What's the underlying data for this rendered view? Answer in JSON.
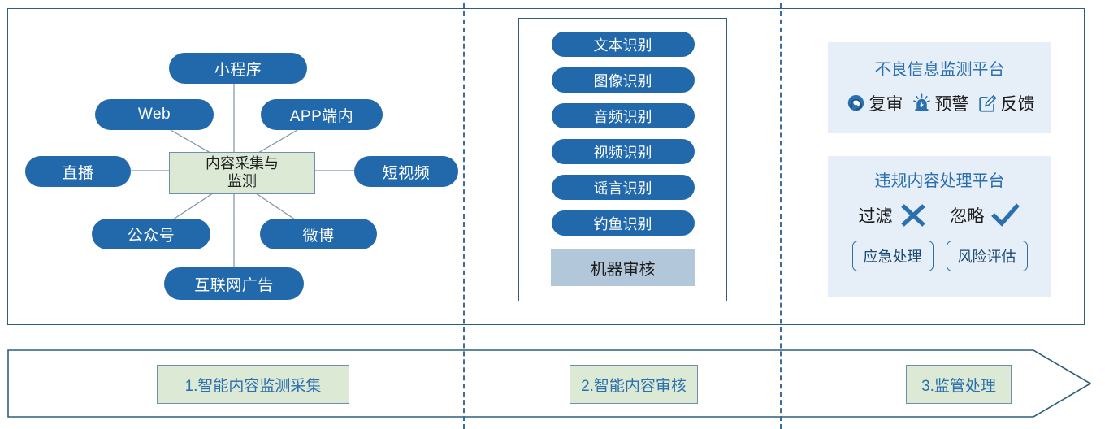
{
  "diagram": {
    "center": {
      "line1": "内容采集与",
      "line2": "监测"
    },
    "nodes": [
      {
        "label": "小程序",
        "name": "node-mini-program"
      },
      {
        "label": "Web",
        "name": "node-web"
      },
      {
        "label": "APP端内",
        "name": "node-app"
      },
      {
        "label": "直播",
        "name": "node-live"
      },
      {
        "label": "短视频",
        "name": "node-short-video"
      },
      {
        "label": "公众号",
        "name": "node-official-account"
      },
      {
        "label": "微博",
        "name": "node-weibo"
      },
      {
        "label": "互联网广告",
        "name": "node-internet-ads"
      }
    ]
  },
  "recognition": {
    "items": [
      {
        "label": "文本识别"
      },
      {
        "label": "图像识别"
      },
      {
        "label": "音频识别"
      },
      {
        "label": "视频识别"
      },
      {
        "label": "谣言识别"
      },
      {
        "label": "钓鱼识别"
      }
    ],
    "machine_review": "机器审核"
  },
  "monitor_platform": {
    "title": "不良信息监测平台",
    "actions": [
      {
        "label": "复审",
        "icon": "headset-agent-icon"
      },
      {
        "label": "预警",
        "icon": "alarm-siren-icon"
      },
      {
        "label": "反馈",
        "icon": "pencil-edit-icon"
      }
    ]
  },
  "handling_platform": {
    "title": "违规内容处理平台",
    "marks": [
      {
        "label": "过滤",
        "icon": "cross-mark-icon"
      },
      {
        "label": "忽略",
        "icon": "check-mark-icon"
      }
    ],
    "buttons": [
      {
        "label": "应急处理"
      },
      {
        "label": "风险评估"
      }
    ]
  },
  "stages": [
    {
      "label": "1.智能内容监测采集"
    },
    {
      "label": "2.智能内容审核"
    },
    {
      "label": "3.监管处理"
    }
  ],
  "colors": {
    "pill_blue": "#2269ac",
    "panel_border": "#2e5f79",
    "green_box": "#dce9d5",
    "light_blue_panel": "#e6eef8",
    "title_blue": "#2a6fae",
    "machine_review_bg": "#b3c7da",
    "divider_blue": "#3a6d9a"
  }
}
